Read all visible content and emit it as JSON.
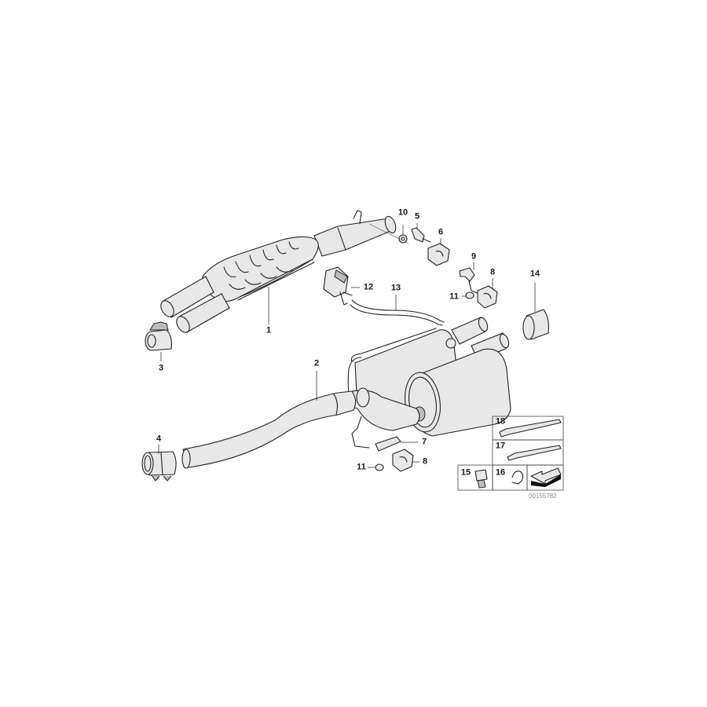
{
  "diagram": {
    "type": "exploded-parts-diagram",
    "subject": "Exhaust system (front pipe with catalytic converter, rear silencer, mounts)",
    "catalog_number": "00155782",
    "callouts": [
      {
        "id": "1",
        "part": "front-pipe-catalytic-converter"
      },
      {
        "id": "2",
        "part": "rear-silencer-with-intermediate-pipe"
      },
      {
        "id": "3",
        "part": "twin-pipe-clamp"
      },
      {
        "id": "4",
        "part": "pipe-clamp"
      },
      {
        "id": "5",
        "part": "bracket"
      },
      {
        "id": "6",
        "part": "rubber-mount"
      },
      {
        "id": "7",
        "part": "bracket"
      },
      {
        "id": "8",
        "part": "rubber-mount"
      },
      {
        "id": "9",
        "part": "bracket"
      },
      {
        "id": "10",
        "part": "nut"
      },
      {
        "id": "11",
        "part": "nut"
      },
      {
        "id": "12",
        "part": "valve-actuator"
      },
      {
        "id": "13",
        "part": "vacuum-hose"
      },
      {
        "id": "14",
        "part": "tail-pipe-trim"
      },
      {
        "id": "15",
        "part": "clip"
      },
      {
        "id": "16",
        "part": "hose-clamp"
      },
      {
        "id": "17",
        "part": "cable-tie"
      },
      {
        "id": "18",
        "part": "cable-tie"
      }
    ]
  },
  "labels": {
    "l1": "1",
    "l2": "2",
    "l3": "3",
    "l4": "4",
    "l5": "5",
    "l6": "6",
    "l7": "7",
    "l8a": "8",
    "l8b": "8",
    "l9": "9",
    "l10": "10",
    "l11a": "11",
    "l11b": "11",
    "l12": "12",
    "l13": "13",
    "l14": "14",
    "l15": "15",
    "l16": "16",
    "l17": "17",
    "l18": "18"
  },
  "catalog_number": "00155782"
}
